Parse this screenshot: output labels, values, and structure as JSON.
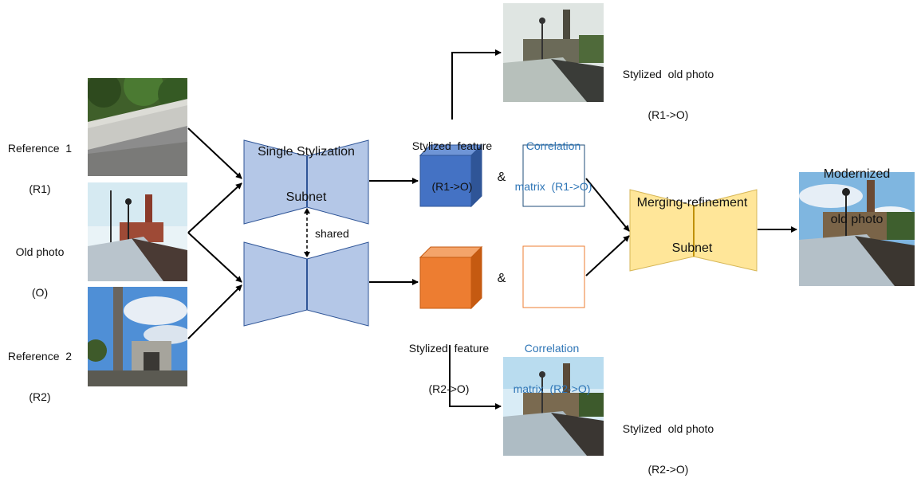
{
  "inputs": {
    "reference1": {
      "line1": "Reference  1",
      "line2": "(R1)"
    },
    "old_photo": {
      "line1": "Old photo",
      "line2": "(O)"
    },
    "reference2": {
      "line1": "Reference  2",
      "line2": "(R2)"
    }
  },
  "single_subnet": {
    "line1": "Single Stylization",
    "line2": "Subnet"
  },
  "shared_label": "shared",
  "feature1": {
    "line1": "Stylized  feature",
    "line2": "(R1->O)",
    "color": "#4472c4"
  },
  "feature2": {
    "line1": "Stylized  feature",
    "line2": "(R2->O)",
    "color": "#ed7d31"
  },
  "corr1": {
    "line1": "Correlation",
    "line2": "matrix  (R1->O)",
    "border": "#1f4e79"
  },
  "corr2": {
    "line1": "Correlation",
    "line2": "matrix  (R2->O)",
    "border": "#ed7d31"
  },
  "amp": "&",
  "stylized_out1": {
    "line1": "Stylized  old photo",
    "line2": "(R1->O)"
  },
  "stylized_out2": {
    "line1": "Stylized  old photo",
    "line2": "(R2->O)"
  },
  "merging_subnet": {
    "line1": "Merging-refinement",
    "line2": "Subnet",
    "color": "#ffe699"
  },
  "output": {
    "line1": "Modernized",
    "line2": "old photo"
  },
  "colors": {
    "subnet_fill": "#b4c7e7",
    "subnet_stroke": "#2f5597",
    "arrow": "#000000"
  }
}
